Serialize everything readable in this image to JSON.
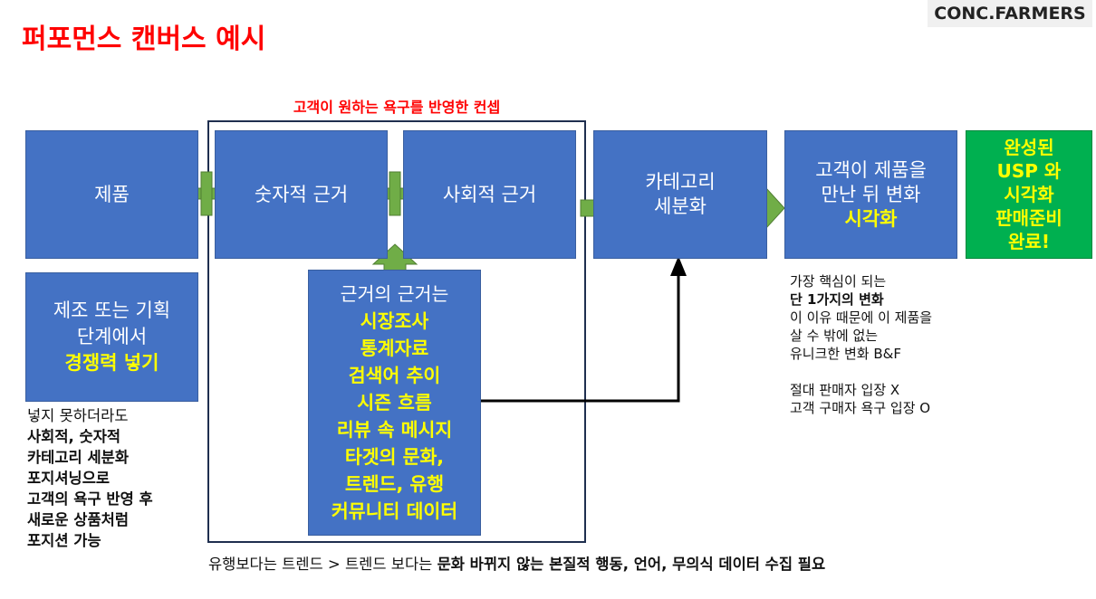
{
  "title": "퍼포먼스 캔버스 예시",
  "logo": "CONC.FARMERS",
  "concept_label": "고객이 원하는 욕구를 반영한 컨셉",
  "boxes": {
    "product": "제품",
    "numeric": "숫자적 근거",
    "social": "사회적 근거",
    "category": [
      "카테고리",
      "세분화"
    ],
    "change": [
      "고객이 제품을",
      "만난 뒤 변화"
    ],
    "change_hl": "시각화",
    "done": [
      "완성된",
      "USP 와",
      "시각화",
      "판매준비",
      "완료!"
    ],
    "stage": [
      "제조 또는 기획",
      "단계에서"
    ],
    "stage_hl": "경쟁력 넣기",
    "basis": "근거의 근거는",
    "basis_items": [
      "시장조사",
      "통계자료",
      "검색어 추이",
      "시즌 흐름",
      "리뷰 속 메시지",
      "타겟의 문화,",
      "트렌드, 유행",
      "커뮤니티 데이터"
    ]
  },
  "left_note": {
    "first": "넣지 못하더라도",
    "bold": [
      "사회적, 숫자적",
      "카테고리 세분화",
      "포지셔닝으로",
      "고객의 욕구 반영 후",
      "새로운 상품처럼",
      "포지션 가능"
    ]
  },
  "right_note": {
    "l1": "가장 핵심이 되는",
    "l2": "단 1가지의 변화",
    "l3": "이 이유 때문에 이 제품을",
    "l4": "살 수 밖에 없는",
    "l5": "유니크한 변화 B&F",
    "l6": "절대 판매자 입장 X",
    "l7": "고객 구매자 욕구 입장 O"
  },
  "bottom": {
    "normal": "유행보다는 트렌드 > 트렌드 보다는 ",
    "bold": "문화 바뀌지 않는 본질적 행동, 언어, 무의식 데이터 수집 필요"
  },
  "colors": {
    "blue": "#4472C4",
    "green": "#00B050",
    "arrow": "#70AD47",
    "red": "#FF0000",
    "yellow": "#FFFF00"
  }
}
